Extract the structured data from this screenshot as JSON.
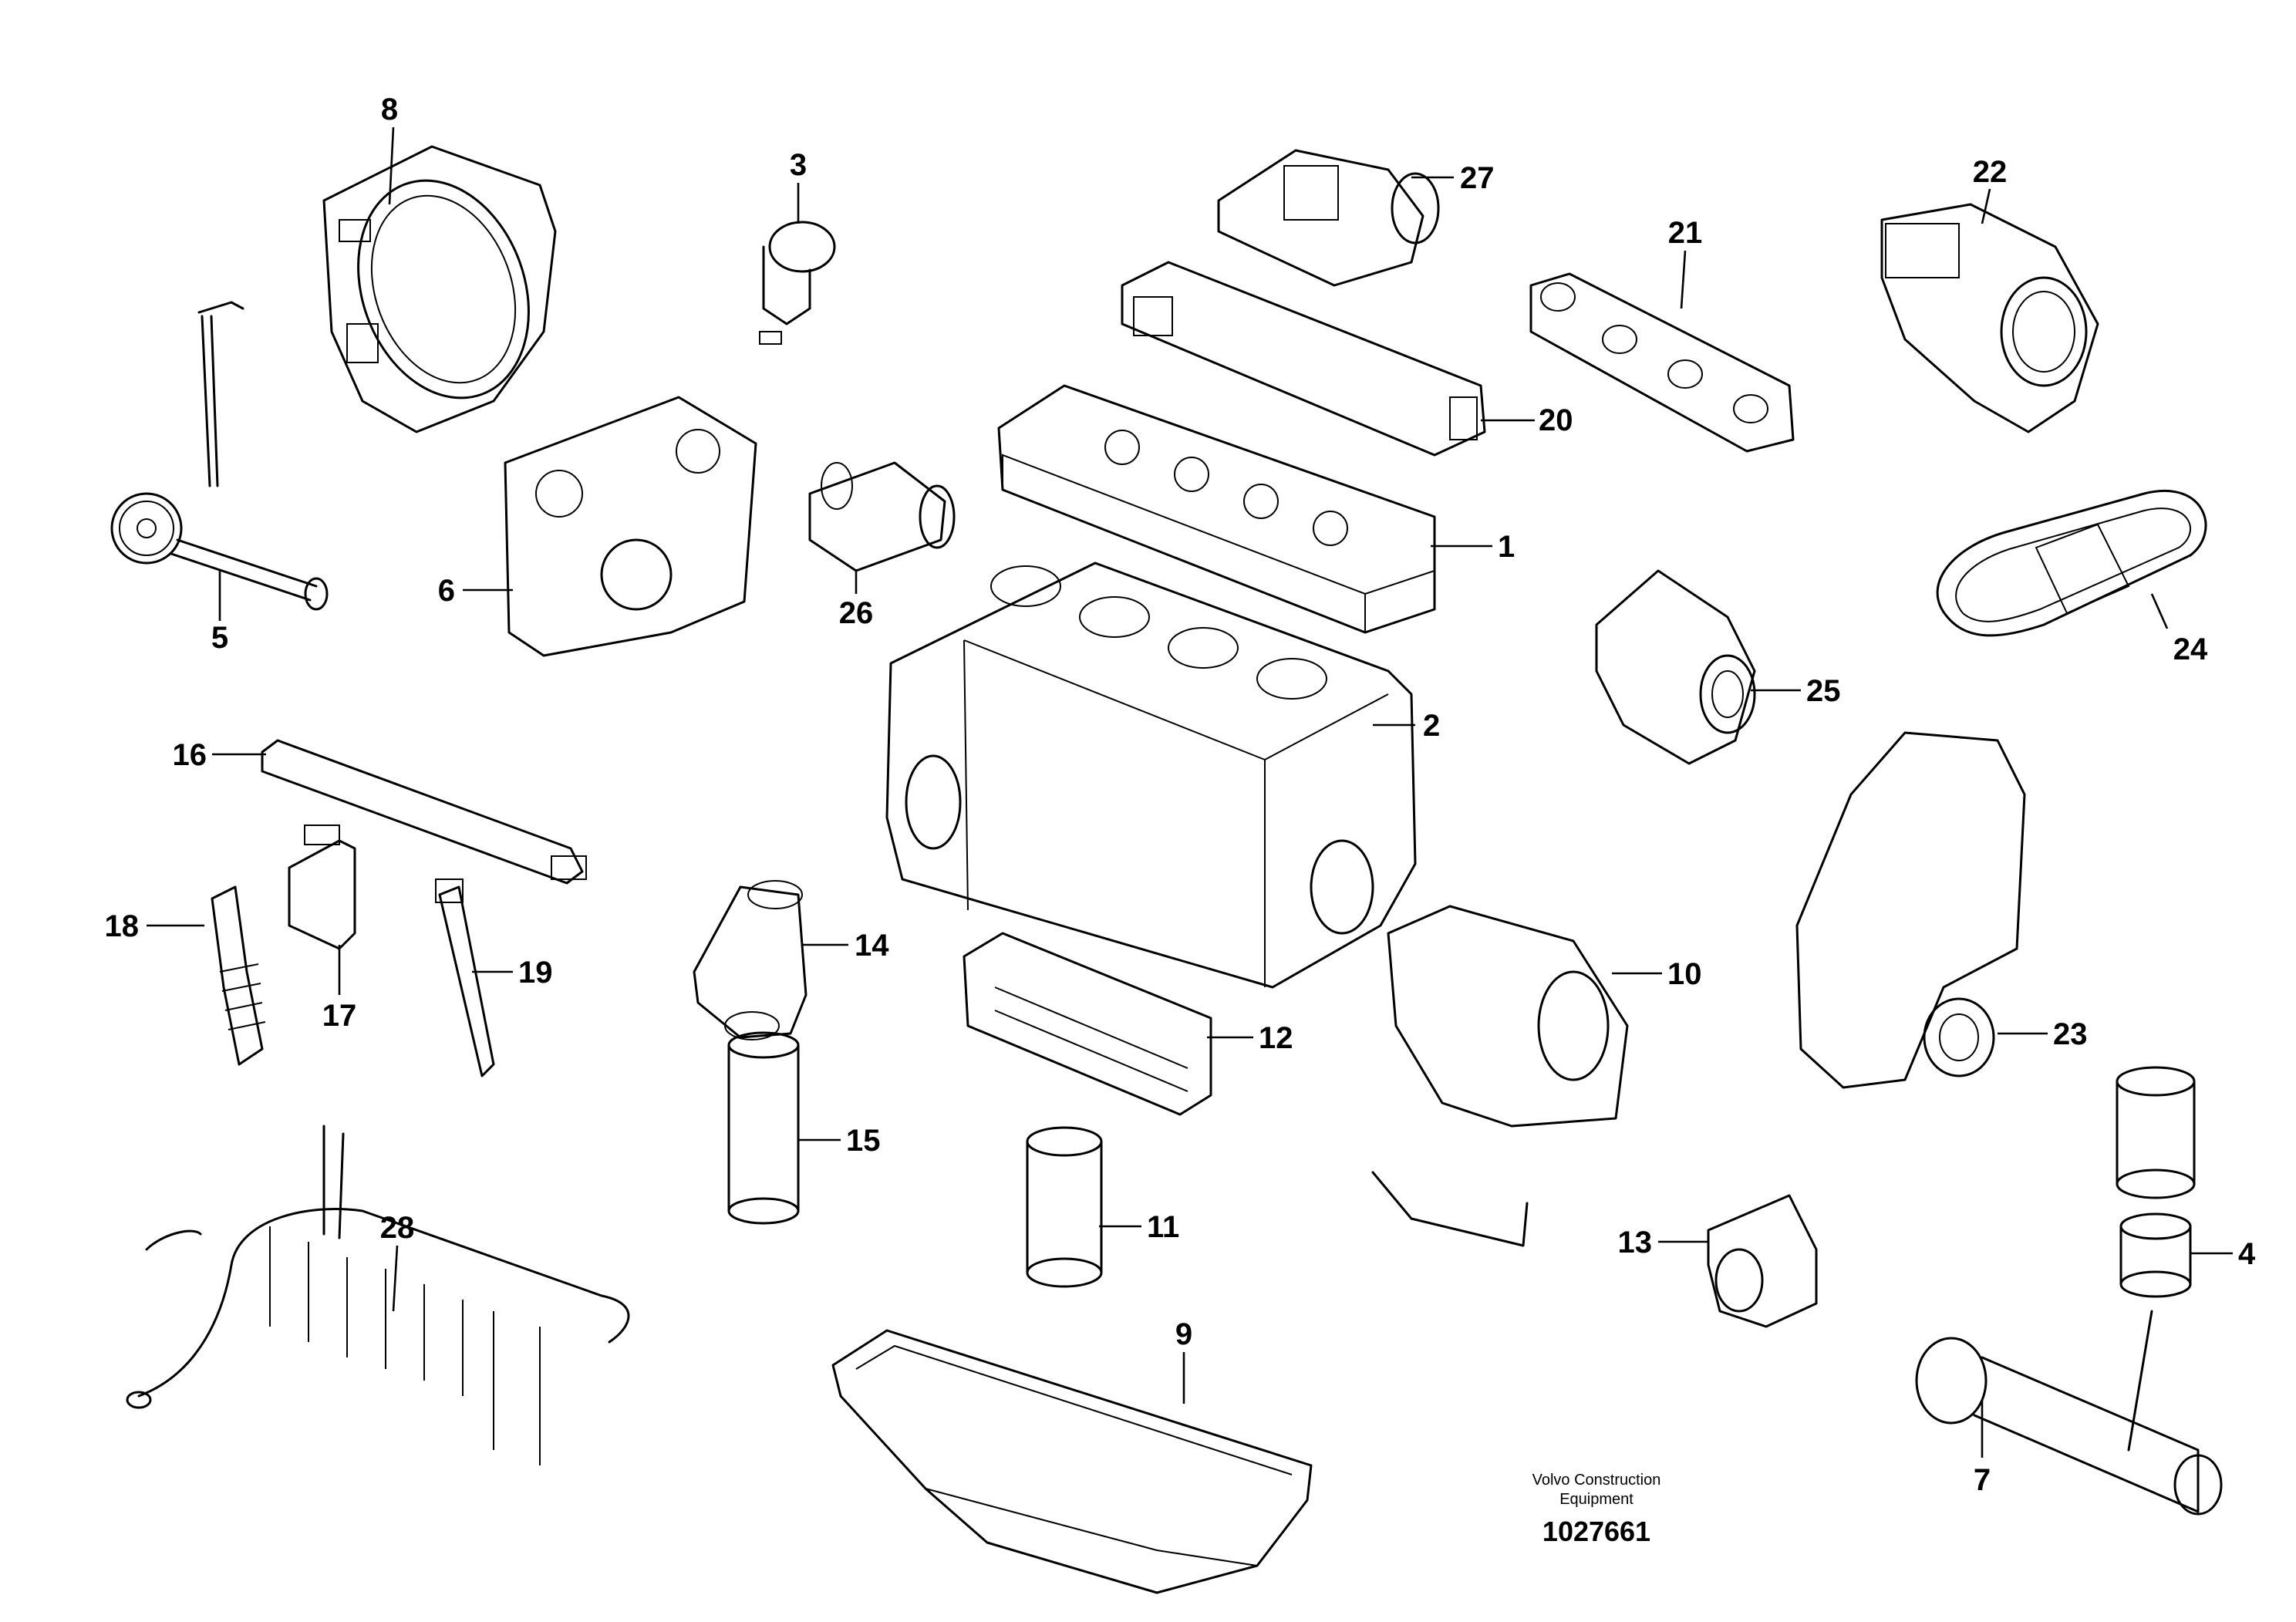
{
  "labels": {
    "p1": "1",
    "p2": "2",
    "p3": "3",
    "p4": "4",
    "p5": "5",
    "p6": "6",
    "p7": "7",
    "p8": "8",
    "p9": "9",
    "p10": "10",
    "p11": "11",
    "p12": "12",
    "p13": "13",
    "p14": "14",
    "p15": "15",
    "p16": "16",
    "p17": "17",
    "p18": "18",
    "p19": "19",
    "p20": "20",
    "p21": "21",
    "p22": "22",
    "p23": "23",
    "p24": "24",
    "p25": "25",
    "p26": "26",
    "p27": "27",
    "p28": "28"
  },
  "credit": {
    "line1": "Volvo Construction",
    "line2": "Equipment"
  },
  "document_number": "1027661"
}
